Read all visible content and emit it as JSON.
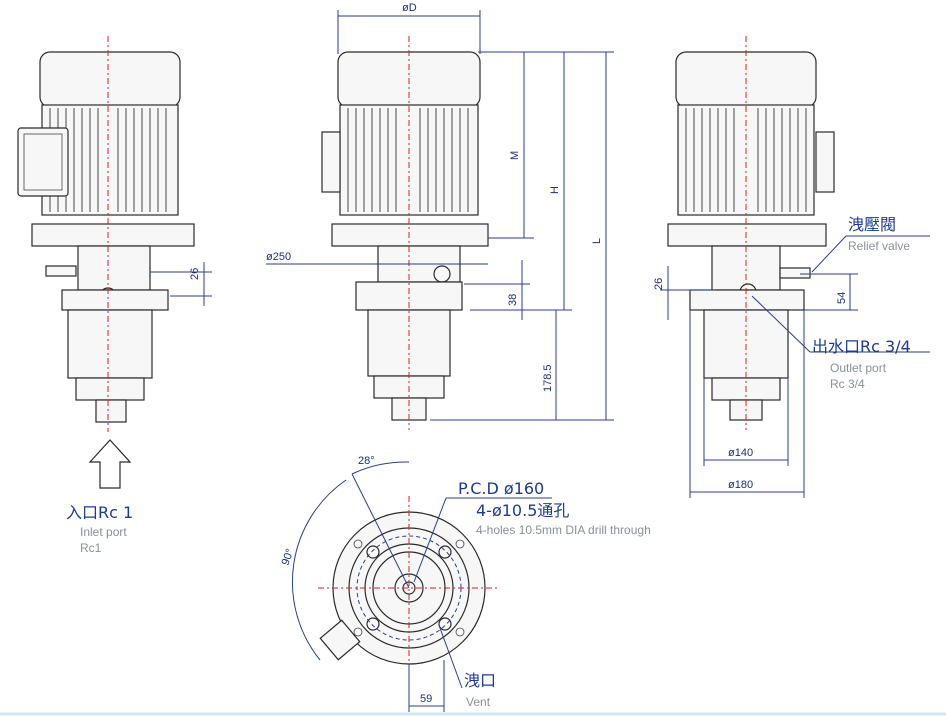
{
  "dims": {
    "phiD": "øD",
    "M": "M",
    "H": "H",
    "L": "L",
    "phi250": "ø250",
    "d26_left": "26",
    "d38": "38",
    "d178": "178.5",
    "d26_right": "26",
    "d54": "54",
    "phi140": "ø140",
    "phi180": "ø180",
    "angle28": "28°",
    "angle90": "90°",
    "d59": "59"
  },
  "labels": {
    "inlet_main": "入口Rc 1",
    "inlet_en": "Inlet port",
    "inlet_rc": "Rc1",
    "relief_main": "洩壓閥",
    "relief_en": "Relief valve",
    "outlet_main": "出水口Rc 3/4",
    "outlet_en": "Outlet port",
    "outlet_rc": "Rc 3/4",
    "pcd": "P.C.D  ø160",
    "holes_main": "4-ø10.5通孔",
    "holes_en": "4-holes 10.5mm DIA drill through",
    "vent_main": "洩口",
    "vent_en": "Vent"
  },
  "colors": {
    "dimension": "#2a3e8f",
    "centerline": "#dd2222",
    "outline": "#2a2a2a"
  }
}
